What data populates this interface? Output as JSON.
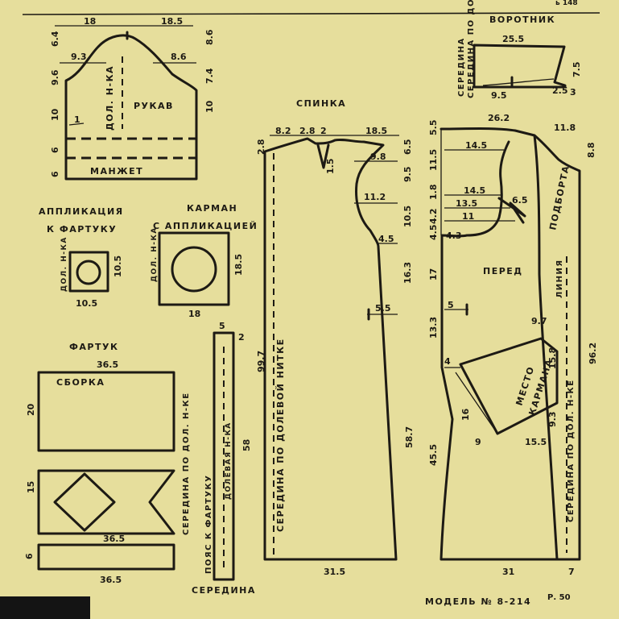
{
  "header": {
    "corner": "ь 148"
  },
  "sleeve": {
    "title": "РУКАВ",
    "grain": "ДОЛ. Н-КА",
    "cuff": "МАНЖЕТ",
    "dims": [
      "18",
      "18.5",
      "9.3",
      "8.6",
      "6.4",
      "9.6",
      "8.6",
      "7.4",
      "10",
      "10",
      "6",
      "6",
      "1"
    ]
  },
  "applique": {
    "title_1": "АППЛИКАЦИЯ",
    "title_2": "К ФАРТУКУ",
    "grain": "ДОЛ. Н-КА",
    "dims": [
      "10.5",
      "10.5"
    ]
  },
  "pocket": {
    "title_1": "КАРМАН",
    "title_2": "С АППЛИКАЦИЕЙ",
    "grain": "ДОЛ. Н-КА",
    "dims": [
      "18.5",
      "18"
    ]
  },
  "apron": {
    "title": "ФАРТУК",
    "gather": "СБОРКА",
    "side": "СЕРЕДИНА ПО ДОЛ. Н-КЕ",
    "dims": [
      "36.5",
      "20",
      "15",
      "36.5",
      "6",
      "36.5"
    ]
  },
  "belt": {
    "label": "ПОЯС К ФАРТУКУ",
    "grain": "ДОЛЕВАЯ Н-КА",
    "middle": "СЕРЕДИНА",
    "dims": [
      "5",
      "2",
      "58"
    ]
  },
  "back": {
    "title": "СПИНКА",
    "grain": "СЕРЕДИНА ПО ДОЛЕВОЙ НИТКЕ",
    "dims": [
      "8.2",
      "2.8",
      "2",
      "18.5",
      "2.8",
      "1.5",
      "9.8",
      "6.5",
      "9.5",
      "11.2",
      "10.5",
      "4.5",
      "16.3",
      "5.5",
      "99.7",
      "58.7",
      "31.5"
    ]
  },
  "collar": {
    "title": "ВОРОТНИК",
    "side": "СЕРЕДИНА ПО ДОЛ. Н-КЕ",
    "dims": [
      "25.5",
      "7.5",
      "9.5",
      "2.5",
      "3"
    ]
  },
  "front": {
    "title": "ПЕРЕД",
    "facing": "ПОДБОРТА",
    "line": "ЛИНИЯ",
    "mid_grain": "СЕРЕДИНА ПО ДОЛ. Н-КЕ",
    "pocket_place_1": "МЕСТО",
    "pocket_place_2": "КАРМАНА",
    "dims": [
      "26.2",
      "11.8",
      "5.5",
      "8.8",
      "14.5",
      "11.5",
      "14.5",
      "6.5",
      "1.8",
      "13.5",
      "4.2",
      "11",
      "4.5",
      "4.3",
      "17",
      "5",
      "9.7",
      "13.3",
      "15.8",
      "4",
      "96.2",
      "16",
      "9.3",
      "45.5",
      "9",
      "15.5",
      "31",
      "7"
    ]
  },
  "footer": {
    "model": "МОДЕЛЬ № 8-214",
    "page": "Р. 50"
  }
}
